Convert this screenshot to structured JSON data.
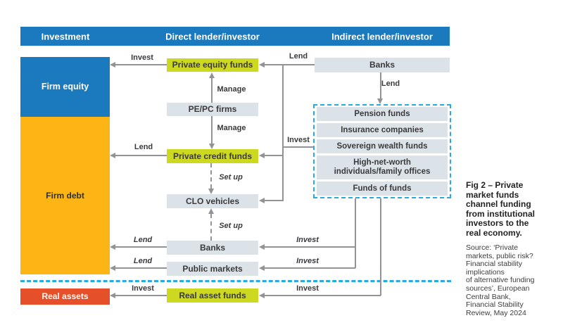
{
  "header": {
    "columns": [
      {
        "label": "Investment"
      },
      {
        "label": "Direct lender/investor"
      },
      {
        "label": "Indirect lender/investor"
      }
    ]
  },
  "nodes": {
    "firm_equity": "Firm equity",
    "firm_debt": "Firm debt",
    "real_assets": "Real assets",
    "private_equity_funds": "Private equity funds",
    "pe_pc_firms": "PE/PC firms",
    "private_credit_funds": "Private credit funds",
    "clo_vehicles": "CLO vehicles",
    "banks_direct": "Banks",
    "public_markets": "Public markets",
    "real_asset_funds": "Real asset funds",
    "banks_indirect": "Banks"
  },
  "indirect": {
    "investors": [
      "Pension funds",
      "Insurance companies",
      "Sovereign wealth funds",
      "High-net-worth individuals/family offices",
      "Funds of funds"
    ]
  },
  "edges": {
    "invest_pef_to_firm_equity": "Invest",
    "lend_banks_to_pef": "Lend",
    "lend_banks_to_investors": "Lend",
    "manage_pepc_to_pef": "Manage",
    "manage_pepc_to_pcf": "Manage",
    "lend_pcf_to_firm_debt": "Lend",
    "invest_investors_to_funds": "Invest",
    "setup_pcf_to_clo": "Set up",
    "setup_banks_to_clo": "Set up",
    "lend_banks_to_firm_debt": "Lend",
    "lend_pm_to_firm_debt": "Lend",
    "invest_to_banks": "Invest",
    "invest_to_pm": "Invest",
    "invest_raf_to_real_assets": "Invest",
    "invest_to_raf": "Invest"
  },
  "caption": {
    "title": "Fig 2 – Private\nmarket funds\nchannel funding\nfrom institutional\ninvestors to the\nreal economy.",
    "source": "Source: ‘Private\nmarkets, public risk?\nFinancial stability\nimplications\nof alternative funding\nsources’, European\nCentral Bank,\nFinancial Stability\nReview, May 2024"
  },
  "colors": {
    "blue": "#1b7abe",
    "amber": "#fcb515",
    "red": "#e5502a",
    "yellowgreen": "#cdd820",
    "boxgray": "#dce3e8",
    "dashblue": "#29abe2",
    "arrow": "#919396"
  }
}
